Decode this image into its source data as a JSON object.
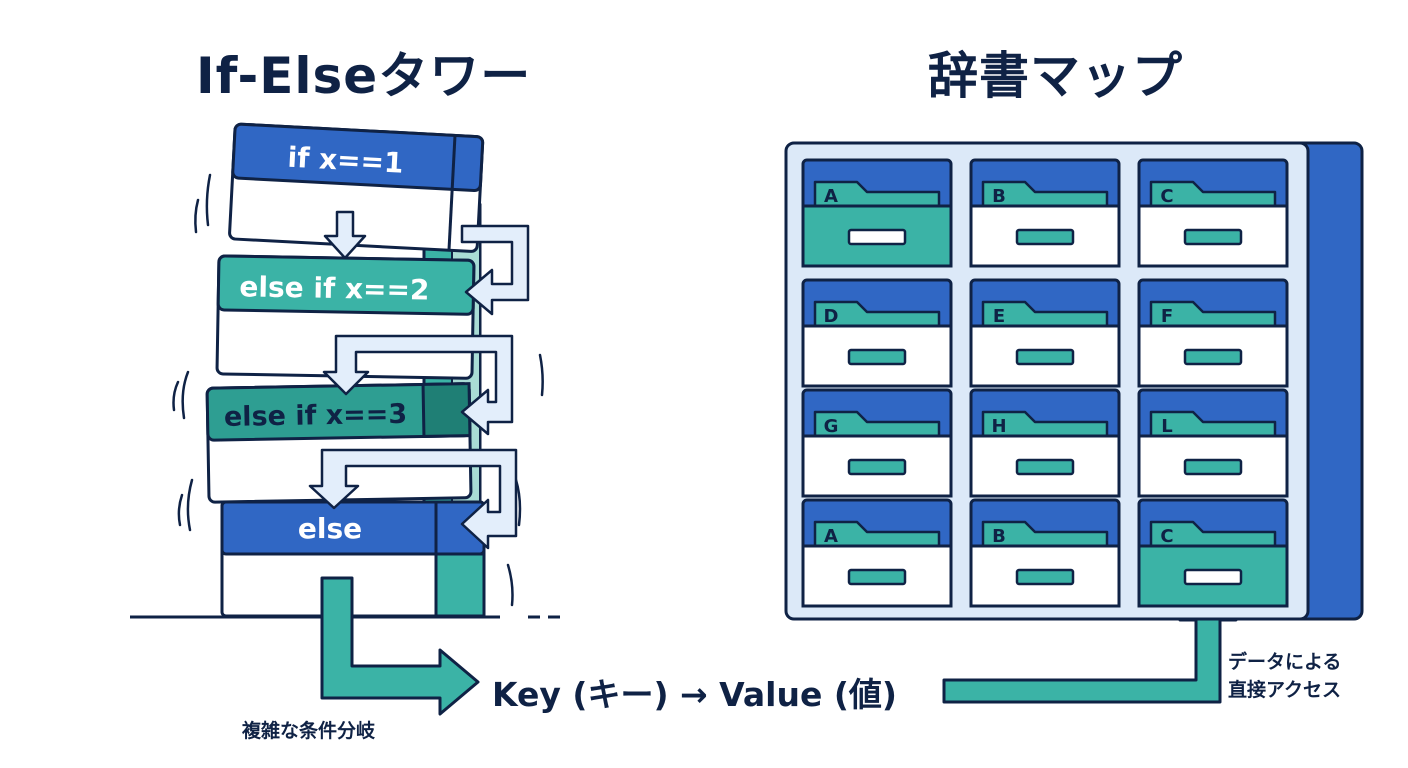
{
  "left_title": "If-Elseタワー",
  "right_title": "辞書マップ",
  "tower_blocks": [
    {
      "label": "if x==1",
      "color": "#3067c4"
    },
    {
      "label": "else if x==2",
      "color": "#3bb3a6"
    },
    {
      "label": "else if x==3",
      "color": "#2e9e92"
    },
    {
      "label": "else",
      "color": "#3067c4"
    }
  ],
  "left_caption": "複雑な条件分岐",
  "flow_label": "Key (キー) → Value (値)",
  "right_caption": [
    "データによる",
    "直接アクセス"
  ],
  "drawer_labels": [
    [
      "A",
      "B",
      "C"
    ],
    [
      "D",
      "E",
      "F"
    ],
    [
      "G",
      "H",
      "L"
    ],
    [
      "A",
      "B",
      "C"
    ]
  ],
  "colors": {
    "navy": "#0f2245",
    "blue": "#3067c4",
    "teal": "#3bb3a6",
    "light_blue": "#dce9f8",
    "arrow_fill": "#e3eefb"
  }
}
